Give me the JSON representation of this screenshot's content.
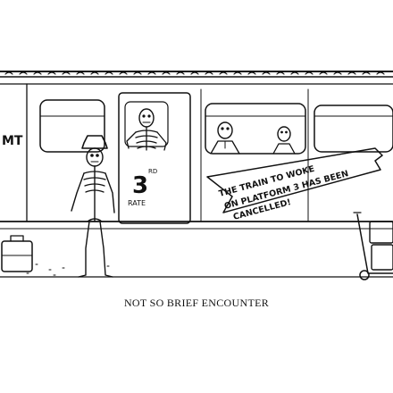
{
  "caption": "NOT SO BRIEF ENCOUNTER",
  "carriage": {
    "class_number": "3",
    "class_suffix": "RD",
    "class_word": "RATE",
    "side_lettering": "MT"
  },
  "banner": {
    "line1": "THE TRAIN TO WOKE",
    "line2": "ON PLATFORM 3 HAS BEEN",
    "line3": "CANCELLED!"
  },
  "colors": {
    "ink": "#111111",
    "paper": "#ffffff"
  },
  "icons": [
    "skeleton-icon",
    "hat-icon",
    "suitcase-icon",
    "luggage-trolley-icon"
  ]
}
